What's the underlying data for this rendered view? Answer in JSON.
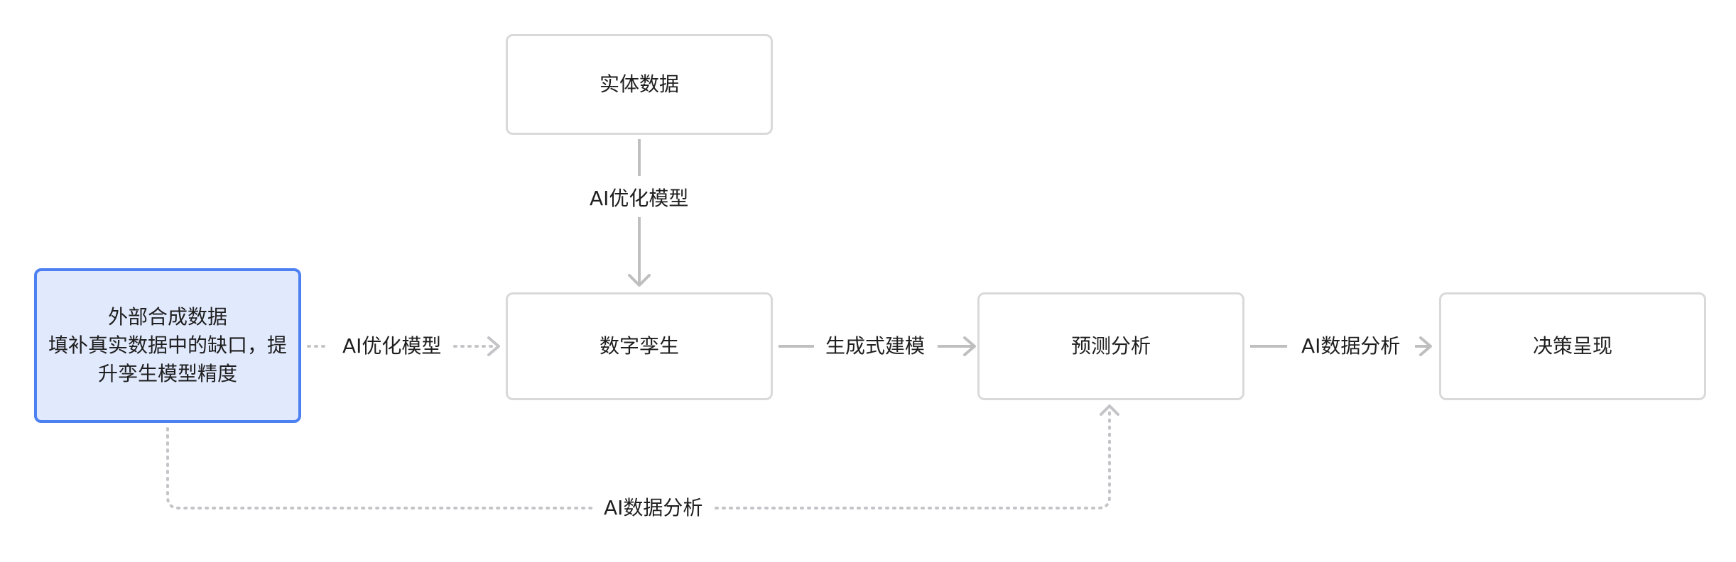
{
  "nodes": {
    "entity_data": "实体数据",
    "digital_twin": "数字孪生",
    "synthetic_data": {
      "line1": "外部合成数据",
      "line2": "填补真实数据中的缺口，提",
      "line3": "升孪生模型精度"
    },
    "predictive_analysis": "预测分析",
    "decision_presentation": "决策呈现"
  },
  "edges": {
    "entity_to_twin": "AI优化模型",
    "synthetic_to_twin": "AI优化模型",
    "twin_to_predict": "生成式建模",
    "predict_to_decision": "AI数据分析",
    "synthetic_to_predict": "AI数据分析"
  },
  "colors": {
    "highlight_fill": "#e1e9fd",
    "highlight_border": "#4d80f0",
    "node_border": "#d9d9d9",
    "connector": "#bfbfbf"
  }
}
